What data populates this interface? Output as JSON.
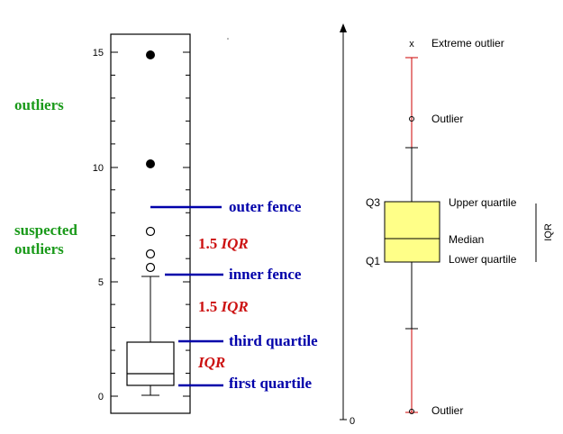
{
  "left_diagram": {
    "y_ticks": [
      "15",
      "10",
      "5",
      "0"
    ],
    "side_labels": {
      "outliers": "outliers",
      "suspected_line1": "suspected",
      "suspected_line2": "outliers"
    },
    "annotations": {
      "outer_fence": "outer fence",
      "inner_fence": "inner fence",
      "third_quartile": "third quartile",
      "first_quartile": "first quartile"
    },
    "iqr_labels": {
      "upper_prefix": "1.5 ",
      "upper_iqr": "IQR",
      "middle_prefix": "1.5 ",
      "middle_iqr": "IQR",
      "lower_iqr": "IQR"
    },
    "colors": {
      "green": "#1a9a1a",
      "blue": "#0000aa",
      "red": "#cc1111"
    }
  },
  "right_diagram": {
    "axis_zero": "0",
    "labels": {
      "extreme_outlier": "Extreme outlier",
      "outlier_top": "Outlier",
      "q3": "Q3",
      "q1": "Q1",
      "upper_quartile": "Upper quartile",
      "median": "Median",
      "lower_quartile": "Lower quartile",
      "iqr": "IQR",
      "outlier_bottom": "Outlier",
      "x_marker": "x"
    },
    "colors": {
      "box_fill": "#ffff88",
      "whisker": "#cc0000"
    }
  }
}
